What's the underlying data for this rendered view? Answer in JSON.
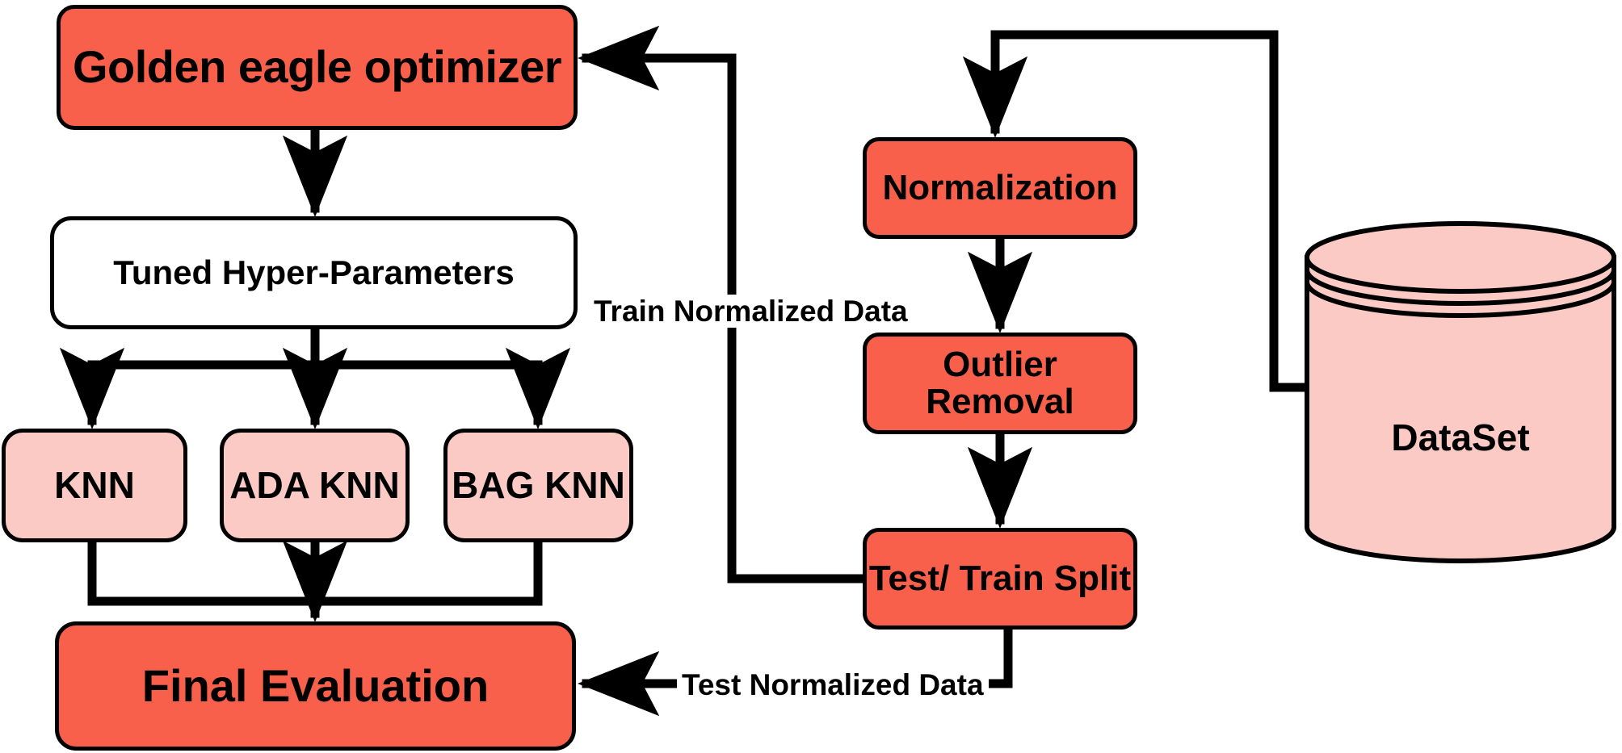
{
  "diagram": {
    "title": "Golden eagle optimizer KNN pipeline flowchart",
    "colors": {
      "accent_red": "#f9604c",
      "light_pink": "#fbcac4",
      "white": "#ffffff",
      "stroke": "#000000"
    },
    "nodes": {
      "golden_eagle_optimizer": "Golden eagle optimizer",
      "tuned_hyper_parameters": "Tuned Hyper-Parameters",
      "knn": "KNN",
      "ada_knn": "ADA KNN",
      "bag_knn": "BAG KNN",
      "final_evaluation": "Final Evaluation",
      "normalization": "Normalization",
      "outlier_removal": "Outlier Removal",
      "test_train_split": "Test/ Train Split",
      "dataset": "DataSet"
    },
    "edge_labels": {
      "train_normalized_data": "Train Normalized Data",
      "test_normalized_data": "Test Normalized Data"
    }
  }
}
